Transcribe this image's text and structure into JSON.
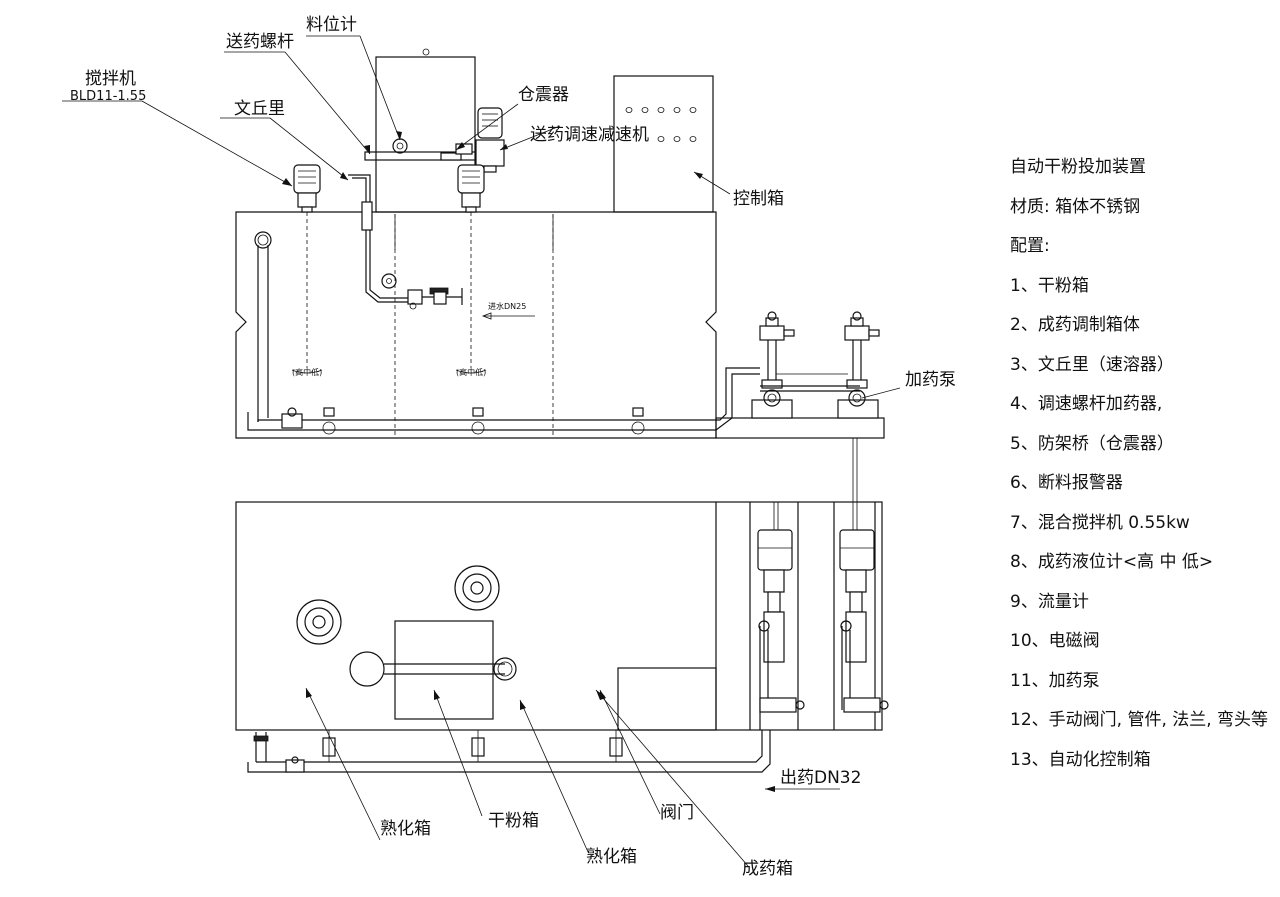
{
  "labels": {
    "mixer": "搅拌机",
    "mixer_model": "BLD11-1.55",
    "feed_screw": "送药螺杆",
    "level_meter": "料位计",
    "bin_vibrator": "仓震器",
    "speed_reducer": "送药调速减速机",
    "venturi": "文丘里",
    "control_box": "控制箱",
    "water_inlet": "进水DN25",
    "dosing_pump": "加药泵",
    "outlet": "出药DN32",
    "aging_tank_1": "熟化箱",
    "dry_powder_box": "干粉箱",
    "aging_tank_2": "熟化箱",
    "valve": "阀门",
    "product_tank": "成药箱",
    "level_probe_1": "(高中低)",
    "level_probe_2": "(高中低)"
  },
  "spec": {
    "title": "自动干粉投加装置",
    "material": "材质: 箱体不锈钢",
    "config_heading": "配置:",
    "items": [
      "1、干粉箱",
      "2、成药调制箱体",
      "3、文丘里（速溶器）",
      "4、调速螺杆加药器,",
      "5、防架桥（仓震器）",
      "6、断料报警器",
      "7、混合搅拌机   0.55kw",
      "8、成药液位计<高 中 低>",
      "9、流量计",
      "10、电磁阀",
      "11、加药泵",
      "12、手动阀门, 管件, 法兰, 弯头等",
      "13、自动化控制箱"
    ]
  }
}
